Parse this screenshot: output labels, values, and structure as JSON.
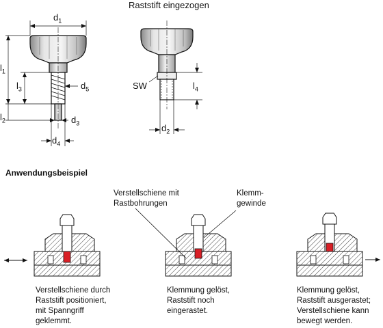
{
  "drawings": {
    "retracted_title": "Raststift eingezogen",
    "dimensions": {
      "d1": {
        "base": "d",
        "sub": "1"
      },
      "d2": {
        "base": "d",
        "sub": "2"
      },
      "d3": {
        "base": "d",
        "sub": "3"
      },
      "d4": {
        "base": "d",
        "sub": "4"
      },
      "d5": {
        "base": "d",
        "sub": "5"
      },
      "l1": {
        "base": "l",
        "sub": "1"
      },
      "l2": {
        "base": "l",
        "sub": "2"
      },
      "l3": {
        "base": "l",
        "sub": "3"
      },
      "l4": {
        "base": "l",
        "sub": "4"
      },
      "sw": "SW"
    }
  },
  "application": {
    "heading": "Anwendungsbeispiel",
    "callout_rail": "Verstellschiene mit\nRastbohrungen",
    "callout_thread": "Klemm-\ngewinde",
    "captions": [
      "Verstellschiene durch\nRaststift positioniert,\nmit Spanngriff\ngeklemmt.",
      "Klemmung gelöst,\nRaststift noch\neingerastet.",
      "Klemmung gelöst,\nRaststift ausgerastet;\nVerstellschiene kann\nbewegt werden."
    ]
  },
  "colors": {
    "line": "#111111",
    "knob_light": "#f2f2f2",
    "knob_mid": "#c8c8c8",
    "knob_dark": "#8a8a8a",
    "pin_red": "#d91f26",
    "hatch": "#555555"
  },
  "icons": [
    "double-arrow-left-right",
    "arrow-right"
  ]
}
